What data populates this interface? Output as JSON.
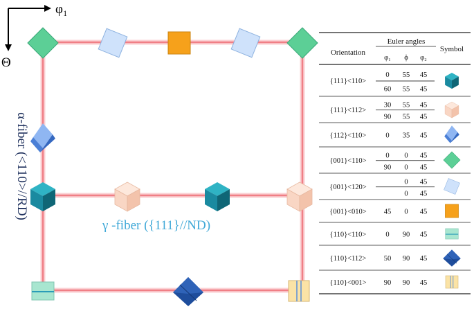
{
  "axes": {
    "phi1": "φ₁",
    "theta": "Θ"
  },
  "labels": {
    "alpha_fiber": "α-fiber (<110>//RD)",
    "gamma_fiber": "γ -fiber ({111}//ND)"
  },
  "table": {
    "headers": {
      "orientation": "Orientation",
      "euler": "Euler angles",
      "phi1": "φ₁",
      "phi": "ϕ",
      "phi2": "φ₂",
      "symbol": "Symbol"
    },
    "rows": [
      {
        "orientation": "{111}<110>",
        "sym": "cube-teal",
        "sub": [
          [
            "0",
            "55",
            "45"
          ],
          [
            "60",
            "55",
            "45"
          ]
        ]
      },
      {
        "orientation": "{111}<112>",
        "sym": "cube-peach",
        "sub": [
          [
            "30",
            "55",
            "45"
          ],
          [
            "90",
            "55",
            "45"
          ]
        ]
      },
      {
        "orientation": "{112}<110>",
        "sym": "tilt-blue",
        "sub": [
          [
            "0",
            "35",
            "45"
          ]
        ]
      },
      {
        "orientation": "{001}<110>",
        "sym": "diamond-green",
        "sub": [
          [
            "0",
            "0",
            "45"
          ],
          [
            "90",
            "0",
            "45"
          ]
        ]
      },
      {
        "orientation": "{001}<120>",
        "sym": "tilt-lightblue",
        "sub": [
          [
            "",
            "0",
            "45"
          ],
          [
            "",
            "0",
            "45"
          ]
        ]
      },
      {
        "orientation": "{001}<010>",
        "sym": "square-orange",
        "sub": [
          [
            "45",
            "0",
            "45"
          ]
        ]
      },
      {
        "orientation": "{110}<110>",
        "sym": "square-mint",
        "sub": [
          [
            "0",
            "90",
            "45"
          ]
        ]
      },
      {
        "orientation": "{110}<112>",
        "sym": "diamond-navy",
        "sub": [
          [
            "50",
            "90",
            "45"
          ]
        ]
      },
      {
        "orientation": "{110}<001>",
        "sym": "square-cream",
        "sub": [
          [
            "90",
            "90",
            "45"
          ]
        ]
      }
    ]
  },
  "colors": {
    "frame_line": "#f07f86",
    "frame_glow": "#fbd0d3",
    "axis": "#000000",
    "teal": "#1f8fa3",
    "peach": "#f9d6c4",
    "blue": "#5b8fe0",
    "green": "#5ccf96",
    "lightblue": "#cfe2fb",
    "orange": "#f6a11b",
    "mint": "#a8e6d0",
    "navy": "#1e4d9c",
    "cream": "#fbe3a6"
  }
}
